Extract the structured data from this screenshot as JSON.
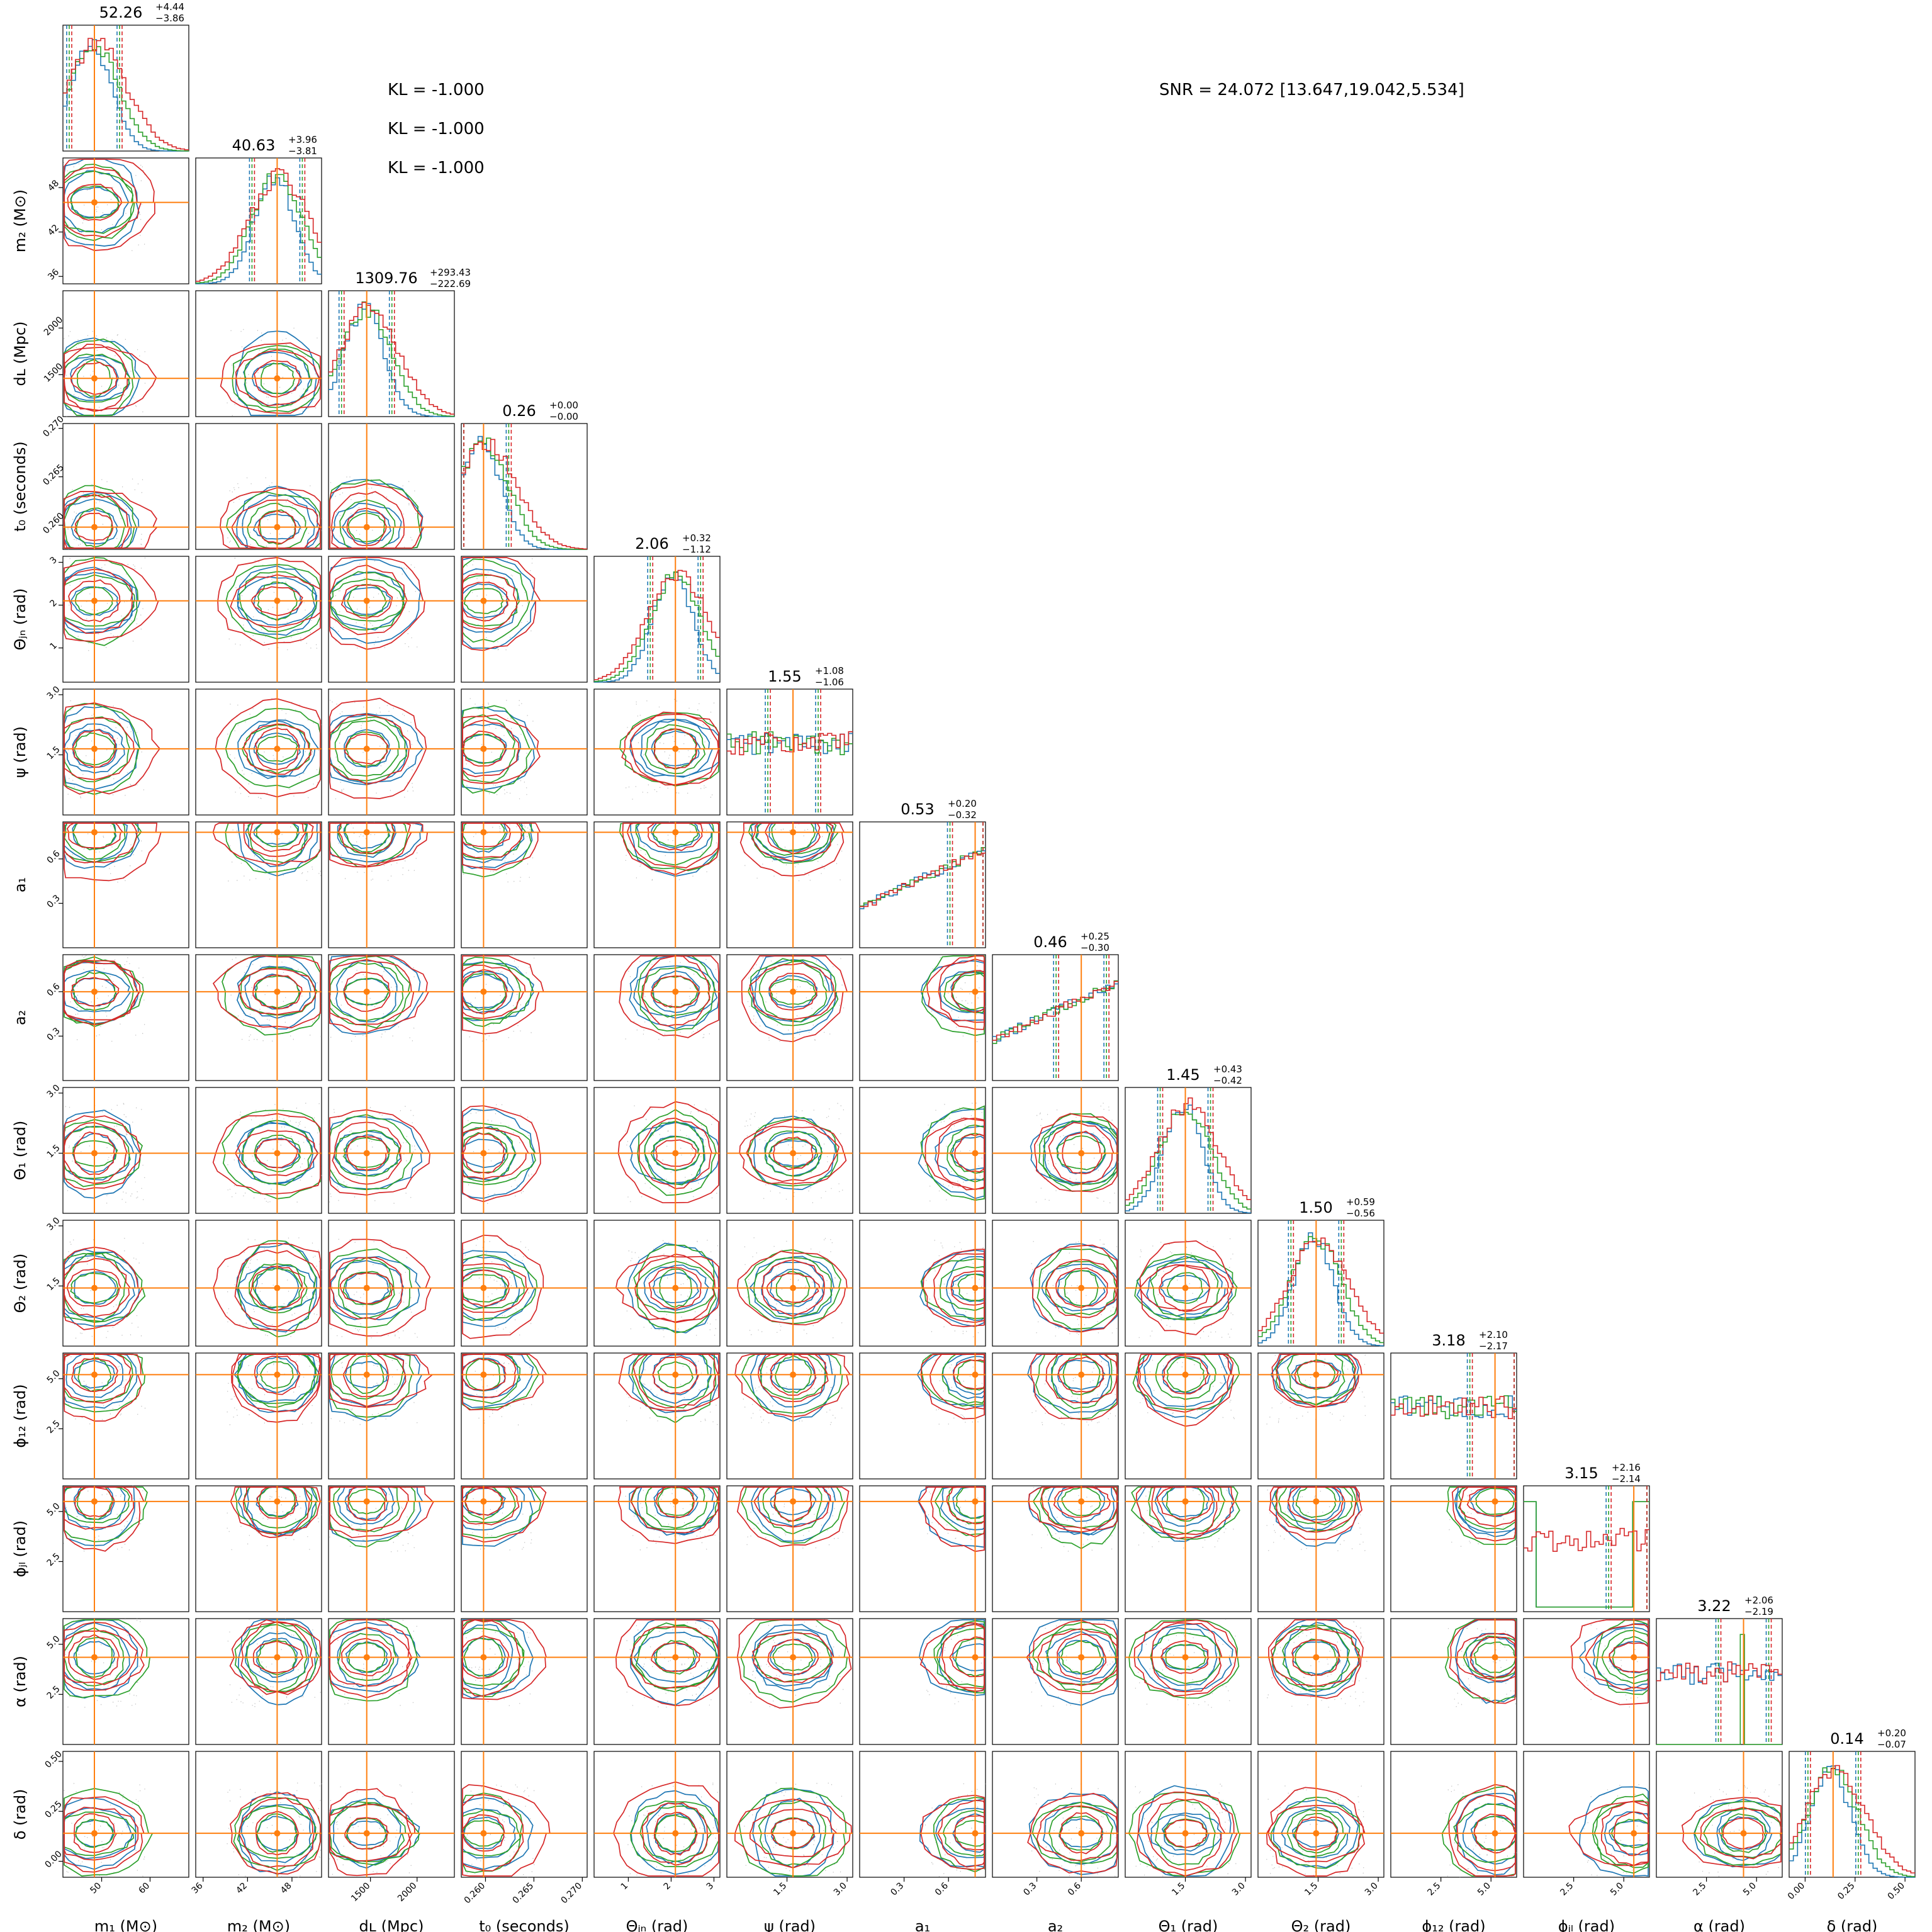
{
  "chart_data": {
    "type": "corner",
    "series": [
      {
        "name": "",
        "color": "#1f77b4"
      },
      {
        "name": "",
        "color": "#2ca02c"
      },
      {
        "name": "",
        "color": "#d62728"
      }
    ],
    "truth_color": "#ff7f0e",
    "annotations": {
      "kl": [
        "KL = -1.000",
        "KL = -1.000",
        "KL = -1.000"
      ],
      "snr": "SNR = 24.072 [13.647,19.042,5.534]"
    },
    "parameters": [
      {
        "label": "m₁ (M⊙)",
        "median": "52.26",
        "plus": "+4.44",
        "minus": "−3.86",
        "range": [
          42,
          68
        ],
        "ticks": [
          50,
          60
        ],
        "tick_labels": [
          "50",
          "60"
        ],
        "truth": 48.5
      },
      {
        "label": "m₂ (M⊙)",
        "median": "40.63",
        "plus": "+3.96",
        "minus": "−3.81",
        "range": [
          35,
          52
        ],
        "ticks": [
          36,
          42,
          48
        ],
        "tick_labels": [
          "36",
          "42",
          "48"
        ],
        "truth": 46.0
      },
      {
        "label": "dʟ (Mpc)",
        "median": "1309.76",
        "plus": "+293.43",
        "minus": "−222.69",
        "range": [
          1050,
          2400
        ],
        "ticks": [
          1500,
          2000
        ],
        "tick_labels": [
          "1500",
          "2000"
        ],
        "truth": 1460
      },
      {
        "label": "t₀ (seconds)",
        "median": "0.26",
        "plus": "+0.00",
        "minus": "−0.00",
        "range": [
          0.2575,
          0.2705
        ],
        "ticks": [
          0.26,
          0.265,
          0.27
        ],
        "tick_labels": [
          "0.260",
          "0.265",
          "0.270"
        ],
        "truth": 0.2598
      },
      {
        "label": "Θⱼₙ (rad)",
        "median": "2.06",
        "plus": "+0.32",
        "minus": "−1.12",
        "range": [
          0.2,
          3.14
        ],
        "ticks": [
          1,
          2,
          3
        ],
        "tick_labels": [
          "1",
          "2",
          "3"
        ],
        "truth": 2.1
      },
      {
        "label": "ψ (rad)",
        "median": "1.55",
        "plus": "+1.08",
        "minus": "−1.06",
        "range": [
          0,
          3.14
        ],
        "ticks": [
          1.5,
          3.0
        ],
        "tick_labels": [
          "1.5",
          "3.0"
        ],
        "truth": 1.65
      },
      {
        "label": "a₁",
        "median": "0.53",
        "plus": "+0.20",
        "minus": "−0.32",
        "range": [
          0,
          0.85
        ],
        "ticks": [
          0.3,
          0.6
        ],
        "tick_labels": [
          "0.3",
          "0.6"
        ],
        "truth": 0.78
      },
      {
        "label": "a₂",
        "median": "0.46",
        "plus": "+0.25",
        "minus": "−0.30",
        "range": [
          0,
          0.85
        ],
        "ticks": [
          0.3,
          0.6
        ],
        "tick_labels": [
          "0.3",
          "0.6"
        ],
        "truth": 0.6
      },
      {
        "label": "Θ₁ (rad)",
        "median": "1.45",
        "plus": "+0.43",
        "minus": "−0.42",
        "range": [
          0,
          3.14
        ],
        "ticks": [
          1.5,
          3.0
        ],
        "tick_labels": [
          "1.5",
          "3.0"
        ],
        "truth": 1.5
      },
      {
        "label": "Θ₂ (rad)",
        "median": "1.50",
        "plus": "+0.59",
        "minus": "−0.56",
        "range": [
          0,
          3.14
        ],
        "ticks": [
          1.5,
          3.0
        ],
        "tick_labels": [
          "1.5",
          "3.0"
        ],
        "truth": 1.45
      },
      {
        "label": "ϕ₁₂ (rad)",
        "median": "3.18",
        "plus": "+2.10",
        "minus": "−2.17",
        "range": [
          0,
          6.28
        ],
        "ticks": [
          2.5,
          5.0
        ],
        "tick_labels": [
          "2.5",
          "5.0"
        ],
        "truth": 5.2
      },
      {
        "label": "ϕⱼₗ (rad)",
        "median": "3.15",
        "plus": "+2.16",
        "minus": "−2.14",
        "range": [
          0,
          6.28
        ],
        "ticks": [
          2.5,
          5.0
        ],
        "tick_labels": [
          "2.5",
          "5.0"
        ],
        "truth": 5.5
      },
      {
        "label": "α (rad)",
        "median": "3.22",
        "plus": "+2.06",
        "minus": "−2.19",
        "range": [
          0,
          6.28
        ],
        "ticks": [
          2.5,
          5.0
        ],
        "tick_labels": [
          "2.5",
          "5.0"
        ],
        "truth": 4.35
      },
      {
        "label": "δ (rad)",
        "median": "0.14",
        "plus": "+0.20",
        "minus": "−0.07",
        "range": [
          -0.08,
          0.55
        ],
        "ticks": [
          0.0,
          0.25,
          0.5
        ],
        "tick_labels": [
          "0.00",
          "0.25",
          "0.50"
        ],
        "truth": 0.14
      }
    ]
  }
}
